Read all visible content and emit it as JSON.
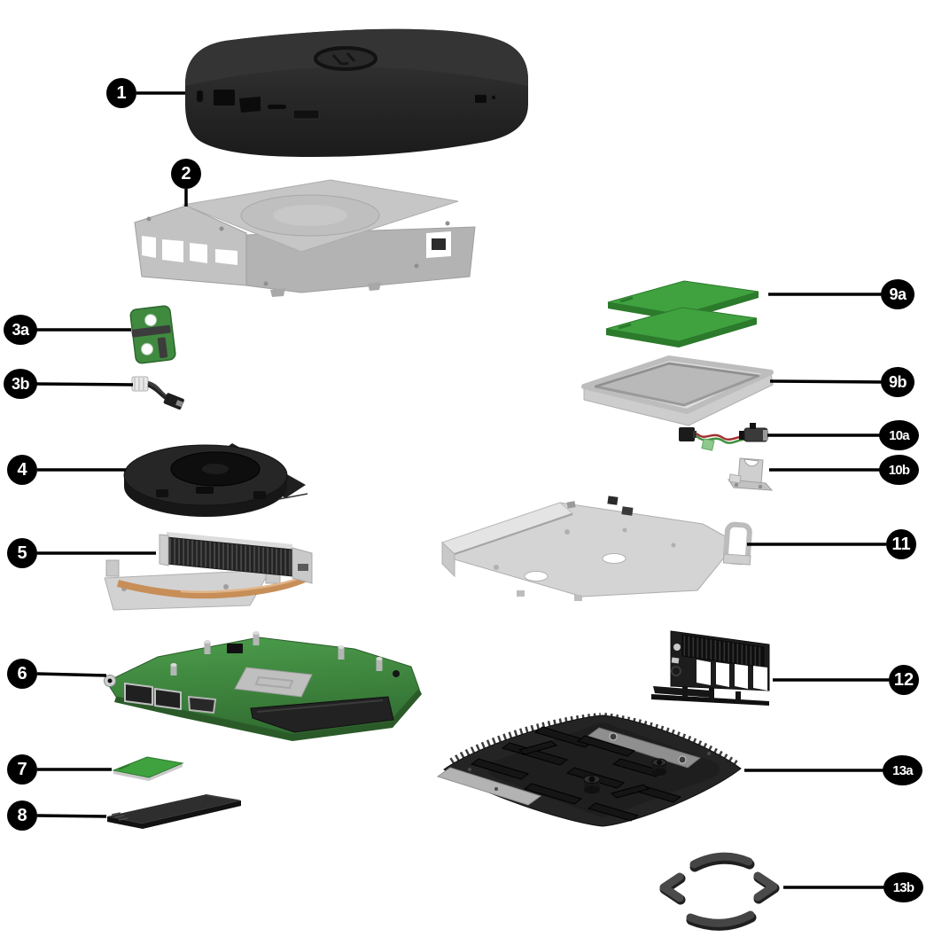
{
  "figure": {
    "type": "exploded-parts-diagram",
    "description": "Exploded view illustration of a black mini desktop computer with numbered callouts"
  },
  "callouts": [
    {
      "label": "1",
      "part": "top-cover"
    },
    {
      "label": "2",
      "part": "chassis-shield"
    },
    {
      "label": "3a",
      "part": "card-reader-board"
    },
    {
      "label": "3b",
      "part": "board-cable"
    },
    {
      "label": "4",
      "part": "fan"
    },
    {
      "label": "5",
      "part": "heat-sink"
    },
    {
      "label": "6",
      "part": "system-board"
    },
    {
      "label": "7",
      "part": "wireless-module"
    },
    {
      "label": "8",
      "part": "solid-state-drive"
    },
    {
      "label": "9a",
      "part": "memory-modules"
    },
    {
      "label": "9b",
      "part": "memory-shield-tray"
    },
    {
      "label": "10a",
      "part": "power-connector-cable"
    },
    {
      "label": "10b",
      "part": "connector-bracket"
    },
    {
      "label": "11",
      "part": "base-pan"
    },
    {
      "label": "12",
      "part": "rear-io-bracket"
    },
    {
      "label": "13a",
      "part": "bottom-cover"
    },
    {
      "label": "13b",
      "part": "rubber-feet-kit"
    }
  ],
  "colors": {
    "badge_bg": "#000000",
    "badge_text": "#ffffff",
    "leader_line": "#000000",
    "background": "#ffffff",
    "device_black": "#262626",
    "device_black_dark": "#161616",
    "metal_light": "#dcdcdc",
    "metal": "#c6c6c6",
    "metal_dark": "#a9a9a9",
    "pcb_green": "#3f8a3f",
    "pcb_green_dark": "#2d662d",
    "module_green": "#3fa23f",
    "module_green_dark": "#2c7a2c",
    "copper": "#c78e58",
    "wire_red": "#a33030",
    "wire_green": "#3f8f3f",
    "rubber_gray": "#3d3d3d"
  }
}
